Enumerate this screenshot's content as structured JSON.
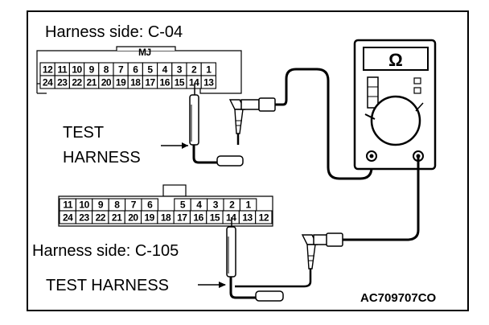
{
  "labels": {
    "connector_top": "Harness side: C-04",
    "connector_top_tag": "MJ",
    "test_harness_top_line1": "TEST",
    "test_harness_top_line2": "HARNESS",
    "connector_bottom": "Harness side: C-105",
    "test_harness_bottom": "TEST HARNESS",
    "figure_code": "AC709707CO",
    "meter_unit": "Ω"
  },
  "connector_c04": {
    "top_row": [
      "12",
      "11",
      "10",
      "9",
      "8",
      "7",
      "6",
      "5",
      "4",
      "3",
      "2",
      "1"
    ],
    "bottom_row": [
      "24",
      "23",
      "22",
      "21",
      "20",
      "19",
      "18",
      "17",
      "16",
      "15",
      "14",
      "13"
    ]
  },
  "connector_c105": {
    "top_row": [
      "11",
      "10",
      "9",
      "8",
      "7",
      "6",
      "",
      "5",
      "4",
      "3",
      "2",
      "1"
    ],
    "bottom_row": [
      "24",
      "23",
      "22",
      "21",
      "20",
      "19",
      "18",
      "17",
      "16",
      "15",
      "14",
      "13",
      "12"
    ]
  },
  "colors": {
    "line": "#000000",
    "background": "#ffffff"
  }
}
